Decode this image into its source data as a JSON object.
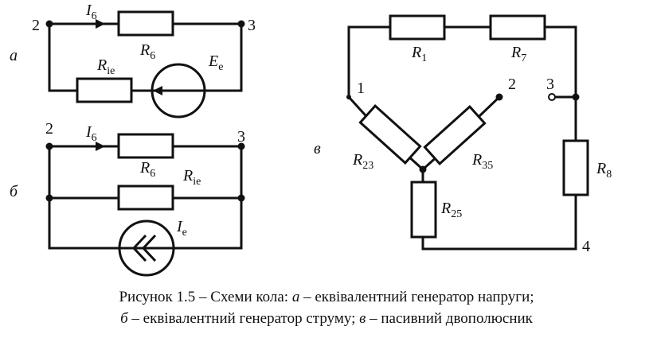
{
  "nodes": {
    "a_left": "2",
    "a_right": "3",
    "b_left": "2",
    "b_right": "3",
    "c_1": "1",
    "c_2": "2",
    "c_3": "3",
    "c_4": "4"
  },
  "part_labels": {
    "a": "а",
    "b": "б",
    "c": "в"
  },
  "labels": {
    "a_current": {
      "sym": "I",
      "sub": "6"
    },
    "a_r6": {
      "sym": "R",
      "sub": "6"
    },
    "a_rie": {
      "sym": "R",
      "sub": "іе"
    },
    "a_ee": {
      "sym": "E",
      "sub": "е"
    },
    "b_current": {
      "sym": "I",
      "sub": "6"
    },
    "b_r6": {
      "sym": "R",
      "sub": "6"
    },
    "b_rie": {
      "sym": "R",
      "sub": "іе"
    },
    "b_ie": {
      "sym": "I",
      "sub": "е"
    },
    "c_r1": {
      "sym": "R",
      "sub": "1"
    },
    "c_r7": {
      "sym": "R",
      "sub": "7"
    },
    "c_r23": {
      "sym": "R",
      "sub": "23"
    },
    "c_r35": {
      "sym": "R",
      "sub": "35"
    },
    "c_r25": {
      "sym": "R",
      "sub": "25"
    },
    "c_r8": {
      "sym": "R",
      "sub": "8"
    }
  },
  "caption": {
    "line1_prefix": "Рисунок 1.5 – Схеми кола: ",
    "line1_a": "а",
    "line1_rest": " – еквівалентний генератор напруги;",
    "line2_b": "б",
    "line2_mid": " – еквівалентний генератор струму; ",
    "line2_c": "в",
    "line2_rest": " – пасивний двополюсник"
  }
}
